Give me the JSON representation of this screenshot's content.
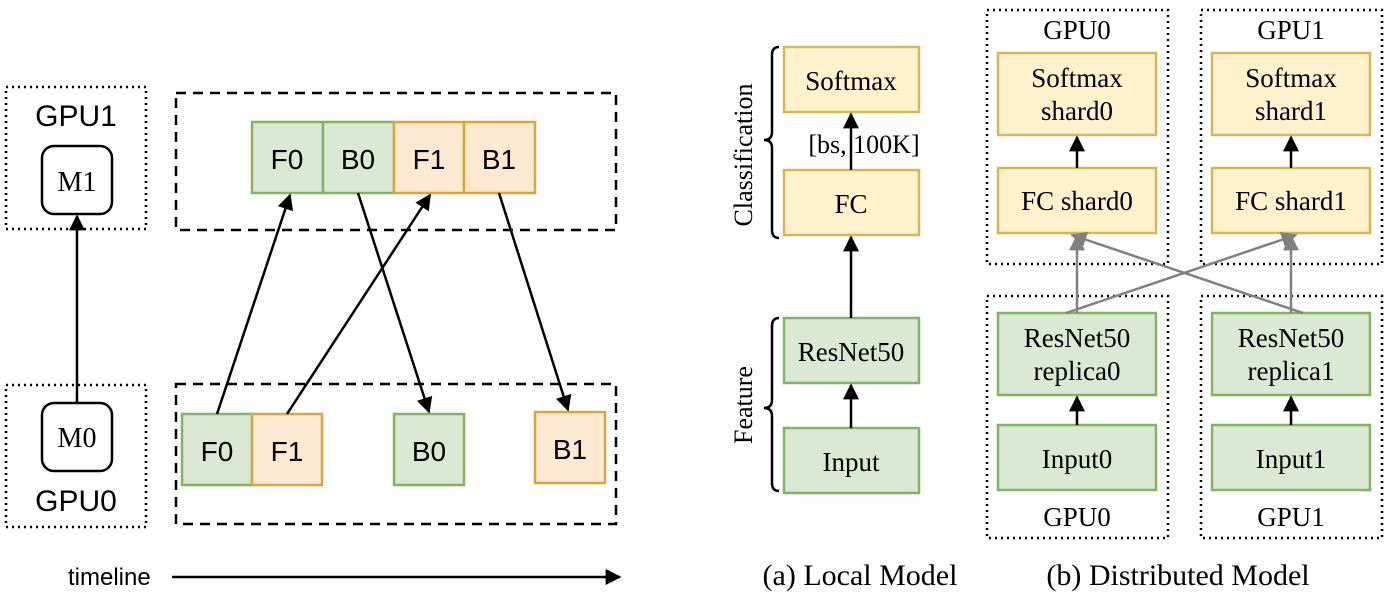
{
  "colors": {
    "green_fill": "#dae8d4",
    "green_stroke": "#82b366",
    "orange_fill": "#fde8d2",
    "orange_stroke": "#d6a63f",
    "yellow_fill": "#fff2cc",
    "yellow_stroke": "#d6b656",
    "gray_arrow": "#808080",
    "black": "#000000"
  },
  "pipeline": {
    "gpu1_label": "GPU1",
    "gpu0_label": "GPU0",
    "m1_label": "M1",
    "m0_label": "M0",
    "top_blocks": [
      "F0",
      "B0",
      "F1",
      "B1"
    ],
    "bottom_blocks": [
      "F0",
      "F1",
      "B0",
      "B1"
    ],
    "timeline_label": "timeline"
  },
  "local_model": {
    "classification_label": "Classification",
    "feature_label": "Feature",
    "softmax": "Softmax",
    "fc": "FC",
    "resnet": "ResNet50",
    "input": "Input",
    "shape_label": "[bs, 100K]",
    "caption": "(a) Local Model"
  },
  "distributed_model": {
    "gpu0_top": "GPU0",
    "gpu1_top": "GPU1",
    "softmax0_line1": "Softmax",
    "softmax0_line2": "shard0",
    "softmax1_line1": "Softmax",
    "softmax1_line2": "shard1",
    "fc0": "FC shard0",
    "fc1": "FC shard1",
    "resnet0_line1": "ResNet50",
    "resnet0_line2": "replica0",
    "resnet1_line1": "ResNet50",
    "resnet1_line2": "replica1",
    "input0": "Input0",
    "input1": "Input1",
    "gpu0_bottom": "GPU0",
    "gpu1_bottom": "GPU1",
    "caption": "(b) Distributed Model"
  }
}
